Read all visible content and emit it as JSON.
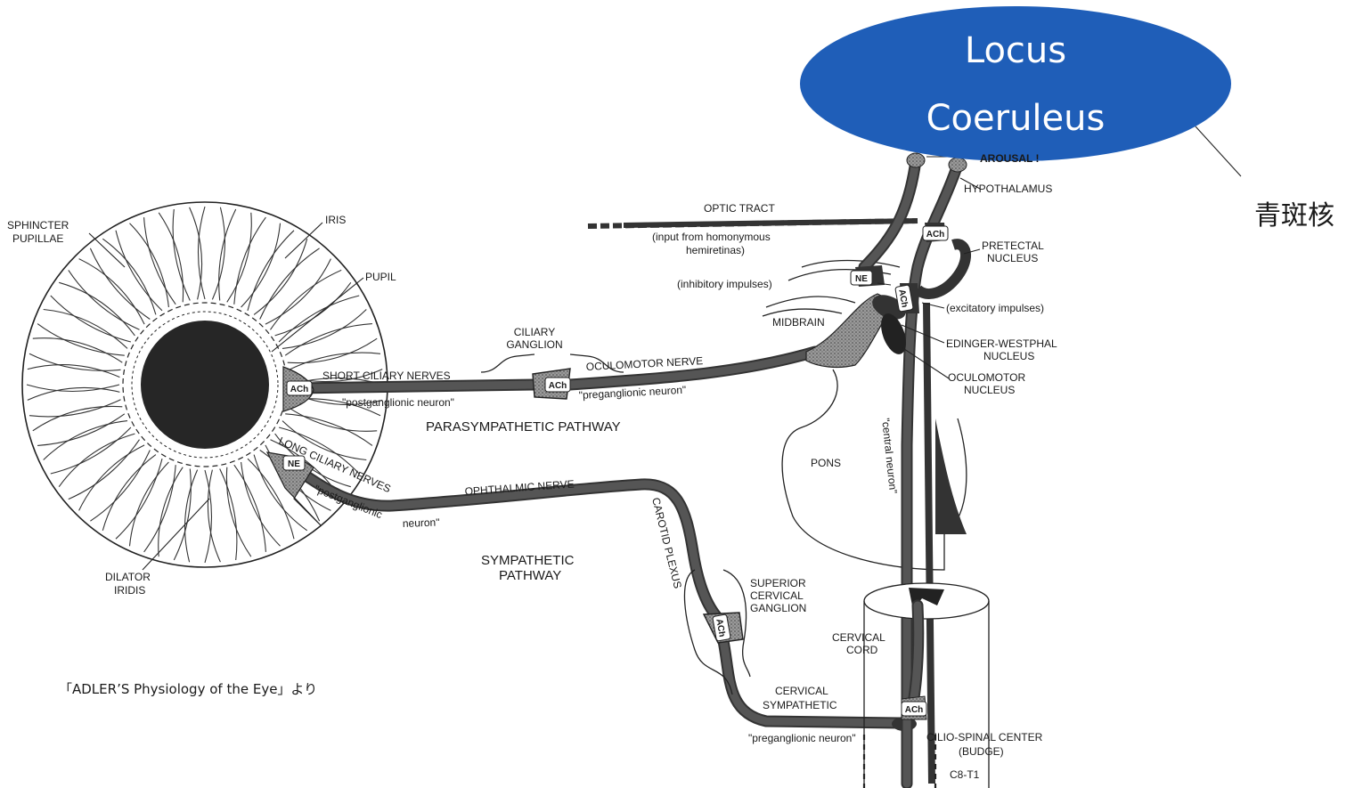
{
  "callout": {
    "title_line1": "Locus",
    "title_line2": "Coeruleus",
    "japanese_label": "青斑核",
    "fill_color": "#1f5eb8"
  },
  "citation": "「ADLER’S Physiology of the Eye」より",
  "labels": {
    "sphincter_1": "SPHINCTER",
    "sphincter_2": "PUPILLAE",
    "iris": "IRIS",
    "pupil": "PUPIL",
    "dilator_1": "DILATOR",
    "dilator_2": "IRIDIS",
    "ciliary_ganglion_1": "CILIARY",
    "ciliary_ganglion_2": "GANGLION",
    "short_ciliary": "SHORT CILIARY NERVES",
    "oculomotor_nerve": "OCULOMOTOR NERVE",
    "postganglionic_para": "\"postganglionic neuron\"",
    "preganglionic_para": "\"preganglionic neuron\"",
    "parasympathetic": "PARASYMPATHETIC PATHWAY",
    "long_ciliary": "LONG CILIARY NERVES",
    "postganglionic_symp_1": "\"postganglionic",
    "postganglionic_symp_2": "neuron\"",
    "ophthalmic": "OPHTHALMIC NERVE",
    "carotid": "CAROTID PLEXUS",
    "sympathetic_1": "SYMPATHETIC",
    "sympathetic_2": "PATHWAY",
    "superior_cervical_1": "SUPERIOR",
    "superior_cervical_2": "CERVICAL",
    "superior_cervical_3": "GANGLION",
    "cervical_cord_1": "CERVICAL",
    "cervical_cord_2": "CORD",
    "cervical_symp_1": "CERVICAL",
    "cervical_symp_2": "SYMPATHETIC",
    "preganglionic_symp": "\"preganglionic neuron\"",
    "ciliospinal_1": "CILIO-SPINAL CENTER",
    "ciliospinal_2": "(BUDGE)",
    "c8t1": "C8-T1",
    "arousal": "AROUSAL !",
    "hypothalamus": "HYPOTHALAMUS",
    "optic_tract": "OPTIC TRACT",
    "optic_input_1": "(input from homonymous",
    "optic_input_2": "hemiretinas)",
    "pretectal_1": "PRETECTAL",
    "pretectal_2": "NUCLEUS",
    "inhibitory": "(inhibitory impulses)",
    "excitatory": "(excitatory impulses)",
    "midbrain": "MIDBRAIN",
    "edinger_1": "EDINGER-WESTPHAL",
    "edinger_2": "NUCLEUS",
    "oculomotor_nuc_1": "OCULOMOTOR",
    "oculomotor_nuc_2": "NUCLEUS",
    "pons": "PONS",
    "central_neuron": "\"central neuron\""
  },
  "tags": {
    "ach": "ACh",
    "ne": "NE"
  }
}
